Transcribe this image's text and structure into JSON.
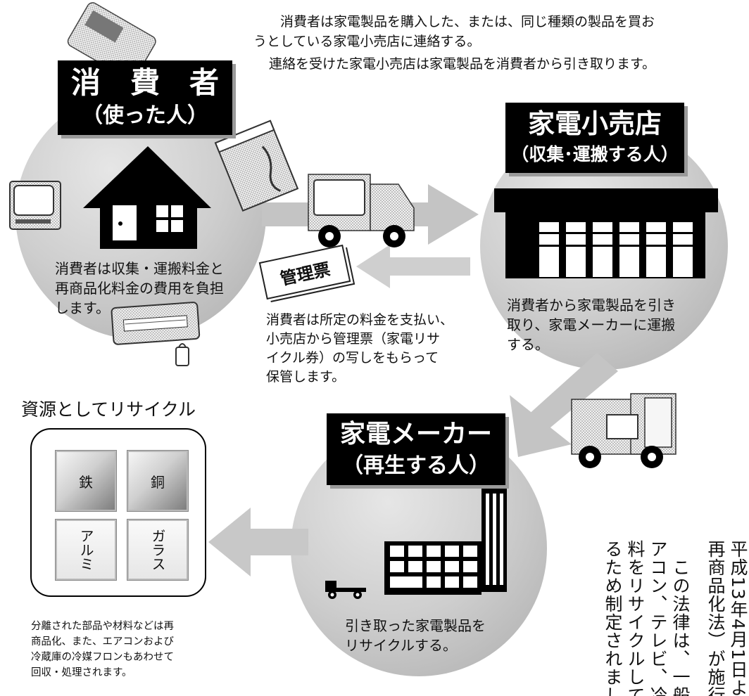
{
  "top_text": {
    "line1": "消費者は家電製品を購入した、または、同じ種類の製品を買お",
    "line2": "うとしている家電小売店に連絡する。",
    "line3": "連絡を受けた家電小売店は家電製品を消費者から引き取ります。"
  },
  "consumer": {
    "title": "消　費　者",
    "subtitle": "（使った人）",
    "caption": [
      "消費者は収集・運搬料金と",
      "再商品化料金の費用を負担",
      "します。"
    ]
  },
  "retailer": {
    "title": "家電小売店",
    "subtitle": "（収集･運搬する人）",
    "caption": [
      "消費者から家電製品を引き",
      "取り、家電メーカーに運搬",
      "する。"
    ]
  },
  "ticket": {
    "label": "管理票",
    "caption": [
      "消費者は所定の料金を支払い、",
      "小売店から管理票（家電リサ",
      "イクル券）の写しをもらって",
      "保管します。"
    ]
  },
  "maker": {
    "title": "家電メーカー",
    "subtitle": "（再生する人）",
    "caption": [
      "引き取った家電製品を",
      "リサイクルする。"
    ]
  },
  "recycle": {
    "title": "資源としてリサイクル",
    "materials": [
      "鉄",
      "銅",
      "アルミ",
      "ガラス"
    ],
    "caption": [
      "分離された部品や材料などは再",
      "商品化、また、エアコンおよび",
      "冷蔵庫の冷媒フロンもあわせて",
      "回収・処理されます。"
    ]
  },
  "vertical_text": [
    "平成13年4月1日よ",
    "再商品化法）が施行さ",
    "この法律は、一般家",
    "アコン、テレビ、冷蔵",
    "料をリサイクルして廃",
    "るため制定されました"
  ],
  "colors": {
    "circle": "#c9c9c9",
    "arrow": "#c4c4c4",
    "label": "#000000"
  }
}
